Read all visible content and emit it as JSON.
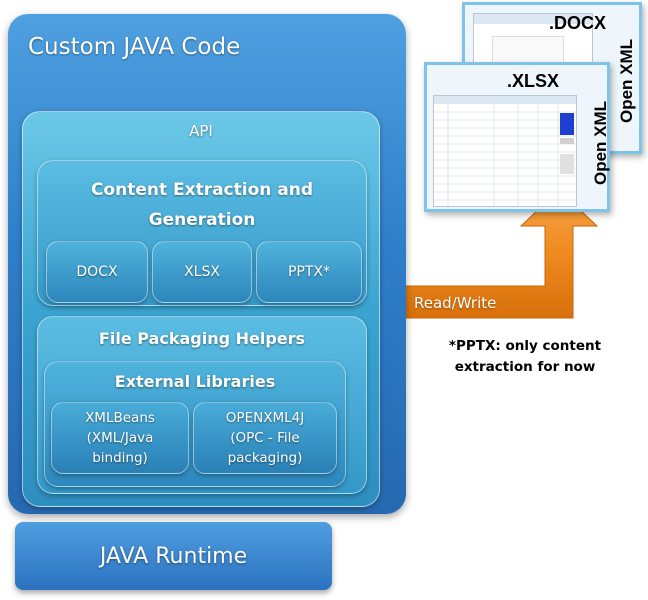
{
  "custom_code": {
    "title": "Custom JAVA Code",
    "api": {
      "label": "API",
      "content": {
        "title_line1": "Content Extraction and",
        "title_line2": "Generation",
        "formats": [
          "DOCX",
          "XLSX",
          "PPTX*"
        ]
      },
      "packaging": {
        "title": "File Packaging Helpers",
        "external": {
          "title": "External Libraries",
          "libs": [
            {
              "line1": "XMLBeans",
              "line2": "(XML/Java",
              "line3": "binding)"
            },
            {
              "line1": "OPENXML4J",
              "line2": "(OPC - File",
              "line3": "packaging)"
            }
          ]
        }
      }
    }
  },
  "runtime": {
    "label": "JAVA Runtime"
  },
  "arrow": {
    "label": "Read/Write",
    "color": "#f08a1c"
  },
  "documents": {
    "docx": {
      "ext": ".DOCX",
      "side": "Open XML"
    },
    "xlsx": {
      "ext": ".XLSX",
      "side": "Open XML"
    }
  },
  "note": {
    "line1": "*PPTX: only content",
    "line2": "extraction for now"
  },
  "colors": {
    "outer": "#2f7fca",
    "inner": "#3aa4d0",
    "runtime": "#2b72c0",
    "doc_border": "#7fc4e6"
  }
}
